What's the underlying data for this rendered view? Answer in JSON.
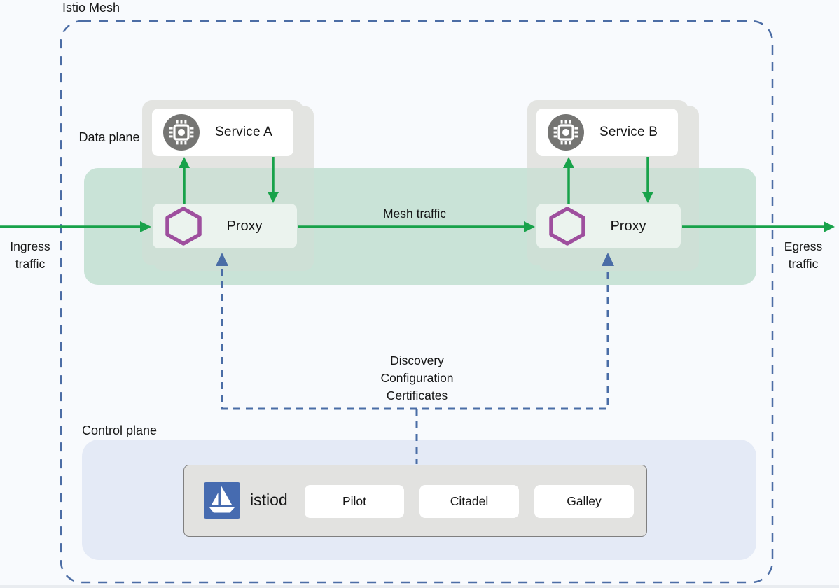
{
  "diagram": {
    "title": "Istio Mesh",
    "data_plane_label": "Data plane",
    "control_plane_label": "Control plane",
    "ingress_label": "Ingress traffic",
    "egress_label": "Egress traffic",
    "mesh_traffic_label": "Mesh traffic",
    "control_channel_label": "Discovery Configuration Certificates",
    "services": [
      {
        "name": "Service A"
      },
      {
        "name": "Service B"
      }
    ],
    "proxies": [
      {
        "label": "Proxy"
      },
      {
        "label": "Proxy"
      }
    ],
    "istiod": {
      "label": "istiod",
      "components": [
        {
          "label": "Pilot"
        },
        {
          "label": "Citadel"
        },
        {
          "label": "Galley"
        }
      ]
    },
    "colors": {
      "traffic_green": "#18a24a",
      "control_blue": "#4a6da6",
      "mesh_border_blue": "#4c6da5",
      "envoy_purple": "#9e4f9e",
      "istio_logo_blue": "#466bb0",
      "service_icon_gray": "#757573",
      "data_plane_band": "#d8e9e0",
      "control_plane_band": "#e4eaf6",
      "istiod_box_gray": "#e2e2e0"
    }
  }
}
